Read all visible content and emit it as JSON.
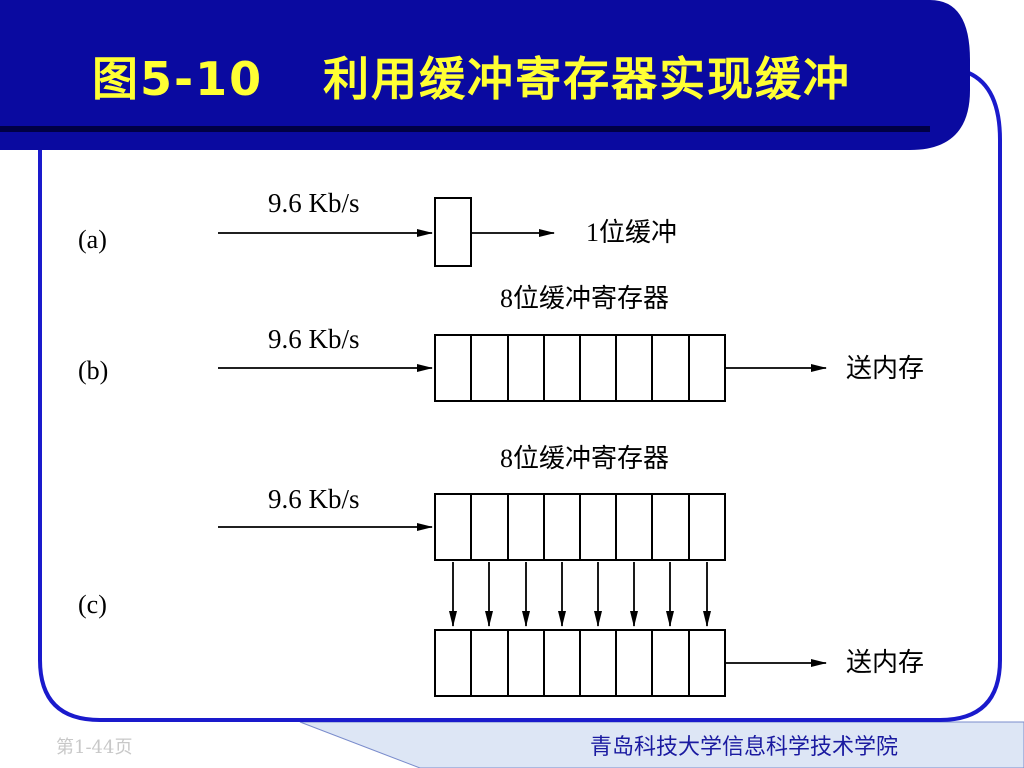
{
  "title": {
    "figure": "图5-10",
    "text": "利用缓冲寄存器实现缓冲"
  },
  "diagram": {
    "row_a": {
      "label": "(a)",
      "rate": "9.6 Kb/s",
      "output": "1位缓冲"
    },
    "row_b": {
      "label": "(b)",
      "rate": "9.6 Kb/s",
      "register": "8位缓冲寄存器",
      "output": "送内存"
    },
    "row_c": {
      "label": "(c)",
      "rate": "9.6 Kb/s",
      "register": "8位缓冲寄存器",
      "output": "送内存"
    }
  },
  "footer": {
    "page": "第1-44页",
    "institution": "青岛科技大学信息科学技术学院"
  },
  "colors": {
    "title_bar": "#0a0aa0",
    "title_text": "#ffff33",
    "border": "#1a1acc",
    "footer_panel": "#dde6f5"
  }
}
